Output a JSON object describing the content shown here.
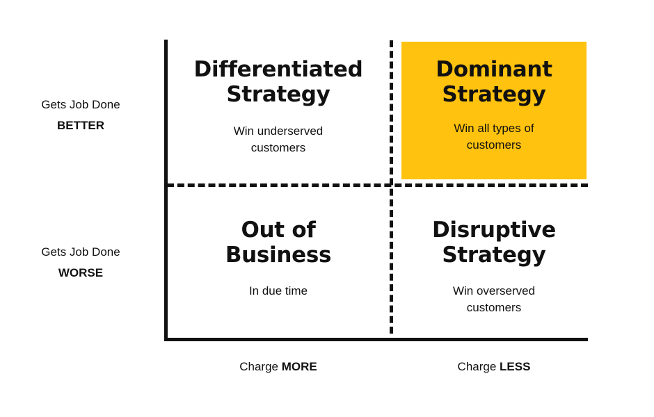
{
  "diagram": {
    "type": "2x2-matrix",
    "colors": {
      "highlight": "#FFC20E",
      "ink": "#111111",
      "background": "#FFFFFF"
    },
    "axes": {
      "y": {
        "labels": [
          {
            "line1": "Gets Job Done",
            "emphasis": "BETTER"
          },
          {
            "line1": "Gets Job Done",
            "emphasis": "WORSE"
          }
        ]
      },
      "x": {
        "labels": [
          {
            "line1": "Charge ",
            "emphasis": "MORE"
          },
          {
            "line1": "Charge ",
            "emphasis": "LESS"
          }
        ]
      }
    },
    "quadrants": [
      {
        "position": "top-left",
        "title": "Differentiated\nStrategy",
        "subtitle": "Win underserved\ncustomers",
        "highlighted": false
      },
      {
        "position": "top-right",
        "title": "Dominant\nStrategy",
        "subtitle": "Win all types of\ncustomers",
        "highlighted": true
      },
      {
        "position": "bottom-left",
        "title": "Out of\nBusiness",
        "subtitle": "In due time",
        "highlighted": false
      },
      {
        "position": "bottom-right",
        "title": "Disruptive\nStrategy",
        "subtitle": "Win overserved\ncustomers",
        "highlighted": false
      }
    ]
  }
}
